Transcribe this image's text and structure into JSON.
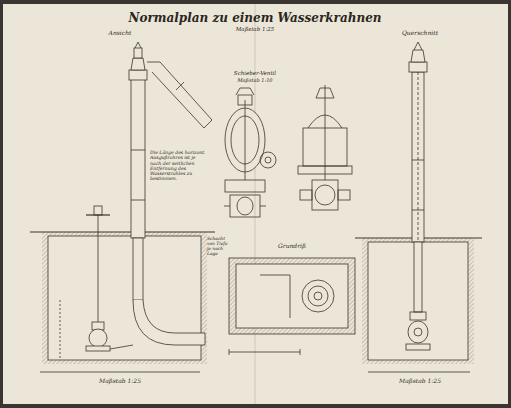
{
  "diagram": {
    "title": "Normalplan zu einem Wasserkrahnen",
    "labels": [
      "Ansicht",
      "Maßstab 1:25",
      "Schieber-Ventil",
      "Maßstab 1:10",
      "Querschnitt",
      "Die Länge des horizont. Ausgußrohres ist je nach der seitlichen Entfernung des Wasserstrahles zu bestimmen.",
      "Grundriß",
      "Schacht von Tiefe je nach Lage",
      "Maßstab 1:25",
      "Maßstab 1:25"
    ]
  }
}
